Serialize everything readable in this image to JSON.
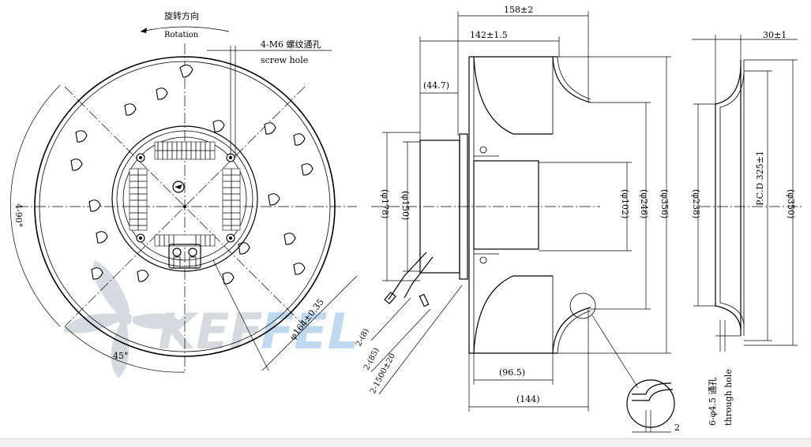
{
  "front_view": {
    "rotation_cn": "旋转方向",
    "rotation_en": "Rotation",
    "screw_hole_cn": "4-M6 螺纹通孔",
    "screw_hole_en": "screw hole",
    "angle_4x90": "4-90°",
    "angle_45": "45°",
    "dia_164": "φ164±0.35"
  },
  "side_view": {
    "dim_158": "158±2",
    "dim_142": "142±1.5",
    "dim_44_7": "(44.7)",
    "dim_178": "(φ178)",
    "dim_150": "(φ150)",
    "dim_102": "(φ102)",
    "dim_246": "(φ246)",
    "dim_356": "(φ356)",
    "dim_96_5": "(96.5)",
    "dim_144": "(144)",
    "cable_8": "2-(8)",
    "cable_85": "2-(85)",
    "cable_1500": "2-1500±20",
    "detail_2": "2"
  },
  "ring_view": {
    "dim_30": "30±1",
    "dim_238": "(φ238)",
    "pcd_325": "P.C.D 325±1",
    "dim_350": "(φ350)",
    "through_hole_cn": "6-φ4.5 通孔",
    "through_hole_en": "through hole"
  },
  "watermark": {
    "brand": "KEFFEL",
    "colors": {
      "grey": "#d0d4da",
      "blue": "#b7d3ee"
    }
  }
}
